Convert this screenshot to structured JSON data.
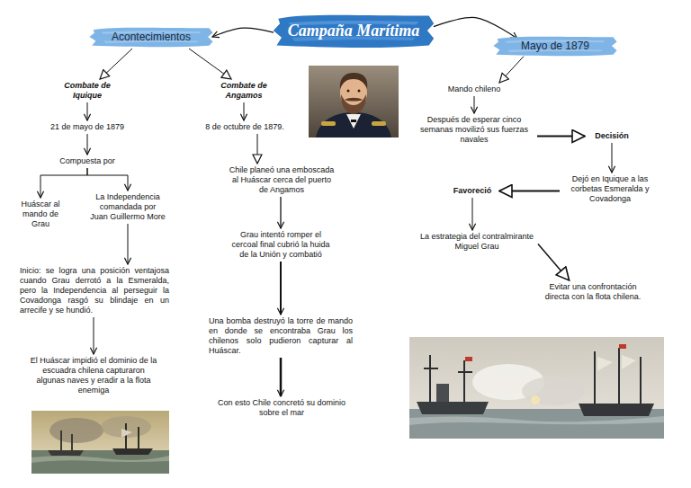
{
  "diagram": {
    "nodes": [
      {
        "text": [
          "Campaña Marítima"
        ]
      },
      {
        "text": [
          "Acontecimientos"
        ]
      },
      {
        "text": [
          "Mayo de 1879"
        ]
      },
      {
        "text": [
          "Combate de Iquique"
        ]
      },
      {
        "text": [
          "21 de mayo de 1879"
        ]
      },
      {
        "text": [
          "Compuesta por"
        ]
      },
      {
        "text": [
          "Huáscar al mando de Grau"
        ]
      },
      {
        "text": [
          "La Independencia comandada por Juan Guillermo More"
        ]
      },
      {
        "text": [
          "Inicio: se logra una posición ventajosa cuando Grau derrotó a la Esmeralda, pero la Independencia al perseguir la Covadonga rasgó su blindaje en un arrecife y se hundió."
        ]
      },
      {
        "text": [
          "El Huáscar impidió el dominio de la escuadra chilena capturaron algunas naves y eradir a la flota enemiga"
        ]
      },
      {
        "text": [
          "Combate de Angamos"
        ]
      },
      {
        "text": [
          "8 de octubre de 1879."
        ]
      },
      {
        "text": [
          "Chile planeó una emboscada al Huáscar cerca del puerto de Angamos"
        ]
      },
      {
        "text": [
          "Grau intentó romper el cercoal final cubrió la huida de la Unión y combatió"
        ]
      },
      {
        "text": [
          "Una bomba destruyó la torre de mando en donde se encontraba Grau los chilenos solo pudieron capturar al Huáscar."
        ]
      },
      {
        "text": [
          "Con esto Chile concretó su dominio sobre el mar"
        ]
      },
      {
        "text": [
          "Mando chileno"
        ]
      },
      {
        "text": [
          "Después de esperar cinco semanas movilizó sus fuerzas navales"
        ]
      },
      {
        "text": [
          "Decisión"
        ]
      },
      {
        "text": [
          "Dejó en Iquique a las corbetas Esmeralda y Covadonga"
        ]
      },
      {
        "text": [
          "Favoreció"
        ]
      },
      {
        "text": [
          "La estrategia del contralmirante Miguel Grau"
        ]
      },
      {
        "text": [
          "Evitar una confrontación directa con la flota chilena."
        ]
      }
    ],
    "edges": [
      {
        "from": 0,
        "to": 1,
        "arrow": "to"
      },
      {
        "from": 0,
        "to": 2,
        "arrow": "to"
      },
      {
        "from": 1,
        "to": 3,
        "arrow": "to"
      },
      {
        "from": 1,
        "to": 10,
        "arrow": "to"
      },
      {
        "from": 3,
        "to": 4,
        "arrow": "to"
      },
      {
        "from": 4,
        "to": 5,
        "arrow": "to"
      },
      {
        "from": 5,
        "to": 6,
        "arrow": "to"
      },
      {
        "from": 5,
        "to": 7,
        "arrow": "to"
      },
      {
        "from": 7,
        "to": 8,
        "arrow": "to"
      },
      {
        "from": 8,
        "to": 9,
        "arrow": "to"
      },
      {
        "from": 10,
        "to": 11,
        "arrow": "to"
      },
      {
        "from": 11,
        "to": 12,
        "arrow": "to"
      },
      {
        "from": 12,
        "to": 13,
        "arrow": "to"
      },
      {
        "from": 13,
        "to": 14,
        "arrow": "to"
      },
      {
        "from": 14,
        "to": 15,
        "arrow": "to"
      },
      {
        "from": 2,
        "to": 16,
        "arrow": "to"
      },
      {
        "from": 16,
        "to": 17,
        "arrow": "to"
      },
      {
        "from": 17,
        "to": 18,
        "arrow": "to"
      },
      {
        "from": 18,
        "to": 19,
        "arrow": "to"
      },
      {
        "from": 19,
        "to": 20,
        "arrow": "to"
      },
      {
        "from": 20,
        "to": 21,
        "arrow": "to"
      },
      {
        "from": 21,
        "to": 22,
        "arrow": "to"
      }
    ]
  }
}
